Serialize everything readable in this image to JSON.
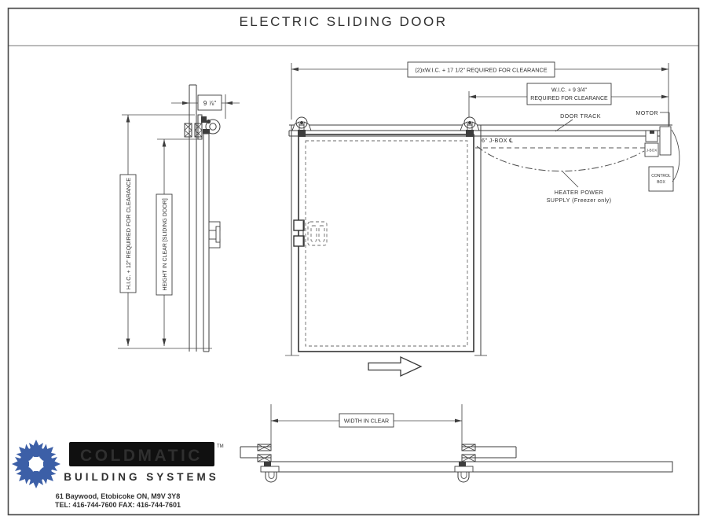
{
  "title": "ELECTRIC SLIDING DOOR",
  "dims": {
    "overall": "(2)xW.I.C. + 17 1/2\" REQUIRED FOR CLEARANCE",
    "wic_line1": "W.I.C. + 9 3/4\"",
    "wic_line2": "REQUIRED FOR CLEARANCE",
    "track_offset": "9 ⅞\"",
    "hic": "H.I.C. + 12\" REQUIRED FOR CLEARANCE",
    "height_clear": "HEIGHT IN CLEAR [SLIDING DOOR]",
    "width_clear": "WIDTH IN CLEAR"
  },
  "labels": {
    "door_track": "DOOR TRACK",
    "motor": "MOTOR",
    "jbox_note": "6\" J-BOX ℄",
    "jbox": "J-BOX",
    "control_line1": "CONTROL",
    "control_line2": "BOX",
    "heater_line1": "HEATER POWER",
    "heater_line2": "SUPPLY (Freezer only)"
  },
  "logo": {
    "brand": "COLDMATIC",
    "tm": "TM",
    "subtitle": "BUILDING SYSTEMS",
    "address": "61 Baywood, Etobicoke   ON, M9V 3Y8",
    "phone": "TEL: 416-744-7600    FAX: 416-744-7601"
  },
  "colors": {
    "line": "#3d3d3d",
    "brand_blue": "#3c5fa7",
    "subtitle_blue": "#44599c",
    "logo_black": "#101010"
  }
}
